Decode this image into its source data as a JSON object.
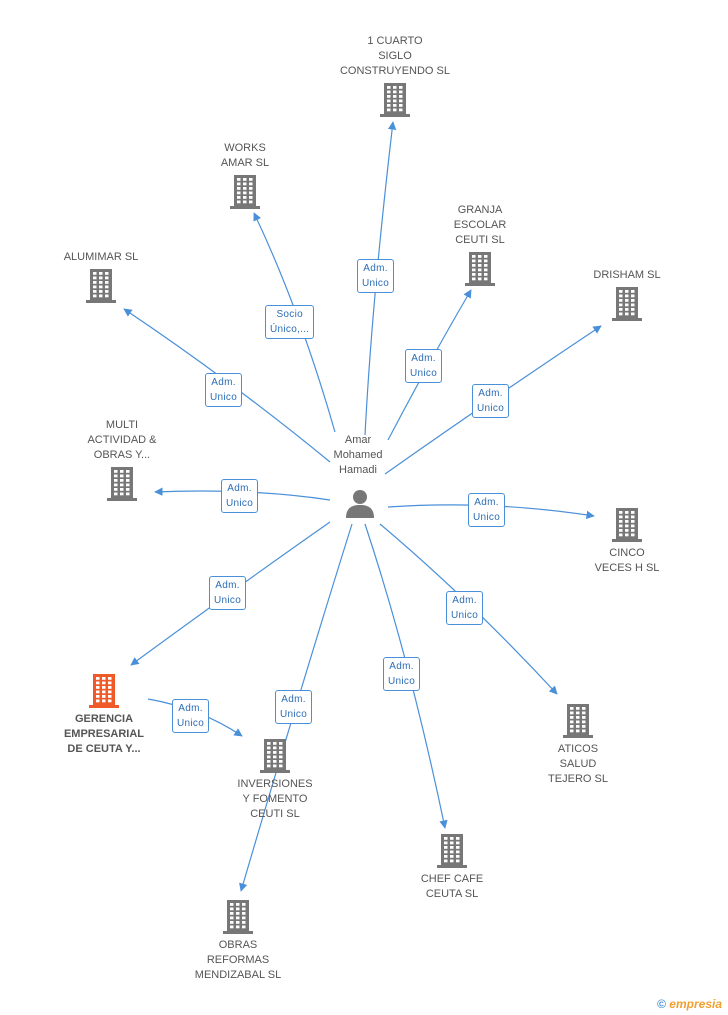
{
  "colors": {
    "edge": "#4a90d9",
    "building": "#777777",
    "building_highlight": "#f05a28",
    "person": "#777777"
  },
  "center": {
    "name": "Amar\nMohamed\nHamadi",
    "icon": "person-icon"
  },
  "companies": [
    {
      "id": "cuarto",
      "name": "1 CUARTO\nSIGLO\nCONSTRUYENDO SL",
      "role": "Adm.\nUnico"
    },
    {
      "id": "works",
      "name": "WORKS\nAMAR SL",
      "role": "Socio\nÚnico,..."
    },
    {
      "id": "granja",
      "name": "GRANJA\nESCOLAR\nCEUTI SL",
      "role": "Adm.\nUnico"
    },
    {
      "id": "alumimar",
      "name": "ALUMIMAR SL",
      "role": "Adm.\nUnico"
    },
    {
      "id": "drisham",
      "name": "DRISHAM SL",
      "role": "Adm.\nUnico"
    },
    {
      "id": "multi",
      "name": "MULTI\nACTIVIDAD &\nOBRAS Y...",
      "role": "Adm.\nUnico"
    },
    {
      "id": "cinco",
      "name": "CINCO\nVECES H SL",
      "role": "Adm.\nUnico"
    },
    {
      "id": "gerencia",
      "name": "GERENCIA\nEMPRESARIAL\nDE CEUTA Y...",
      "role": "Adm.\nUnico",
      "highlight": true
    },
    {
      "id": "aticos",
      "name": "ATICOS\nSALUD\nTEJERO SL",
      "role": "Adm.\nUnico"
    },
    {
      "id": "chef",
      "name": "CHEF CAFE\nCEUTA SL",
      "role": "Adm.\nUnico"
    },
    {
      "id": "inversiones",
      "name": "INVERSIONES\nY FOMENTO\nCEUTI SL",
      "role": "Adm.\nUnico"
    },
    {
      "id": "obras",
      "name": "OBRAS\nREFORMAS\nMENDIZABAL SL",
      "role": "Adm.\nUnico"
    }
  ],
  "watermark": {
    "copyright": "©",
    "brand_initial": "e",
    "brand_rest": "mpresia"
  }
}
